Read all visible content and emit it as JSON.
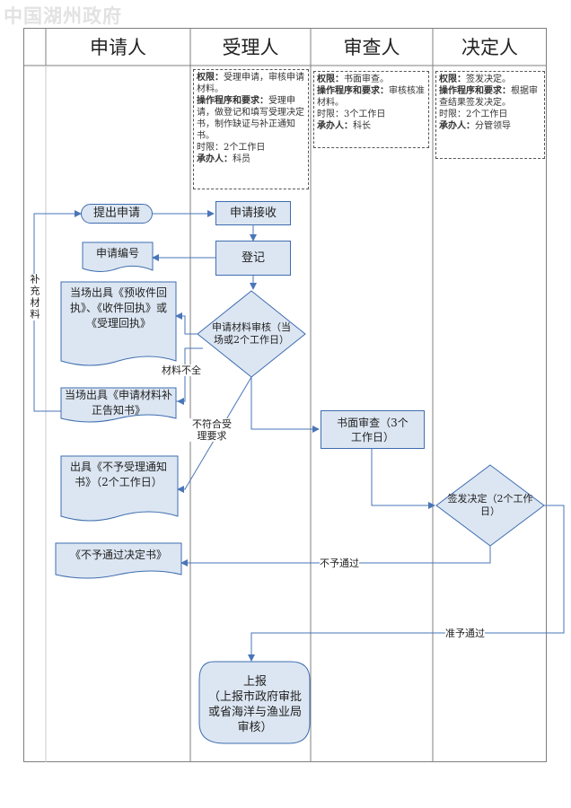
{
  "watermark": "中国湖州政府",
  "columns": [
    "申请人",
    "受理人",
    "审查人",
    "决定人"
  ],
  "notes": {
    "accept": {
      "l1k": "权限：",
      "l1v": "受理申请，审核申请材料。",
      "l2k": "操作程序和要求：",
      "l2v": "受理申请，做登记和填写受理决定书，制作缺证与补正通知书。",
      "l3": "时限：2个工作日",
      "l4k": "承办人：",
      "l4v": "科员"
    },
    "review": {
      "l1k": "权限：",
      "l1v": "书面审查。",
      "l2k": "操作程序和要求：",
      "l2v": "审核核准材料。",
      "l3": "时限：3个工作日",
      "l4k": "承办人：",
      "l4v": "科长"
    },
    "decide": {
      "l1k": "权限：",
      "l1v": "签发决定。",
      "l2k": "操作程序和要求：",
      "l2v": "根据审查结果签发决定。",
      "l3": "时限：2个工作日",
      "l4k": "承办人：",
      "l4v": "分管领导"
    }
  },
  "nodes": {
    "submit": "提出申请",
    "receive": "申请接收",
    "number": "申请编号",
    "register": "登记",
    "issue_receipt": "当场出具《预收件回执》、《收件回执》或《受理回执》",
    "check": "申请材料审核（当场或2个工作日）",
    "supplement_notice": "当场出具《申请材料补正告知书》",
    "reject_accept_notice": "出具《不予受理通知书》（2个工作日）",
    "written_review": "书面审查（3个工作日）",
    "sign_decision": "签发决定（2个工作日）",
    "reject_decision": "《不予通过决定书》",
    "report_title": "上报",
    "report_detail": "（上报市政府审批或省海洋与渔业局审核）"
  },
  "edge_labels": {
    "supplement": "补充材料",
    "incomplete": "材料不全",
    "not_meet": "不符合受理要求",
    "not_pass": "不予通过",
    "pass": "准予通过"
  },
  "colors": {
    "line": "#4a76b8",
    "fill": "#dce6f2",
    "border": "#3e6db0"
  }
}
